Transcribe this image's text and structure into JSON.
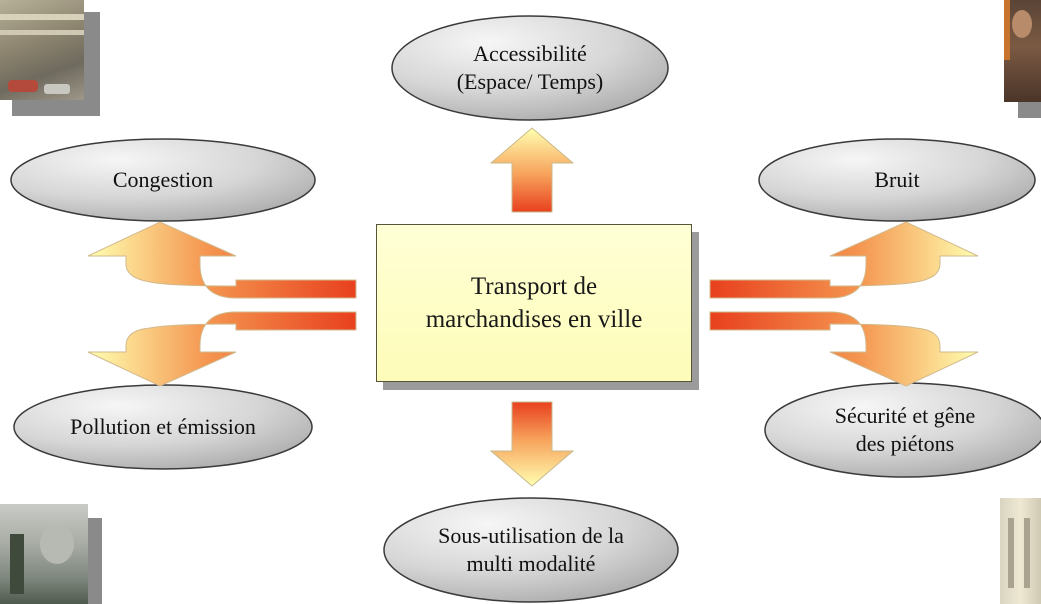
{
  "center": {
    "label": "Transport de marchandises en ville"
  },
  "effects": {
    "top": "Accessibilité\n(Espace/ Temps)",
    "top_left": "Congestion",
    "bottom_left": "Pollution et émission",
    "top_right": "Bruit",
    "bottom_right": "Sécurité et gêne\ndes piétons",
    "bottom": "Sous-utilisation de la\nmulti modalité"
  },
  "colors": {
    "ellipse_fill": "#d6d6d6",
    "ellipse_stroke": "#3a3a3a",
    "box_fill": "#fdfcb8",
    "arrow_light": "#ffffb0",
    "arrow_dark": "#e8401e"
  },
  "photos": [
    "city-traffic-photo",
    "person-photo",
    "smoke-street-photo",
    "building-photo"
  ]
}
